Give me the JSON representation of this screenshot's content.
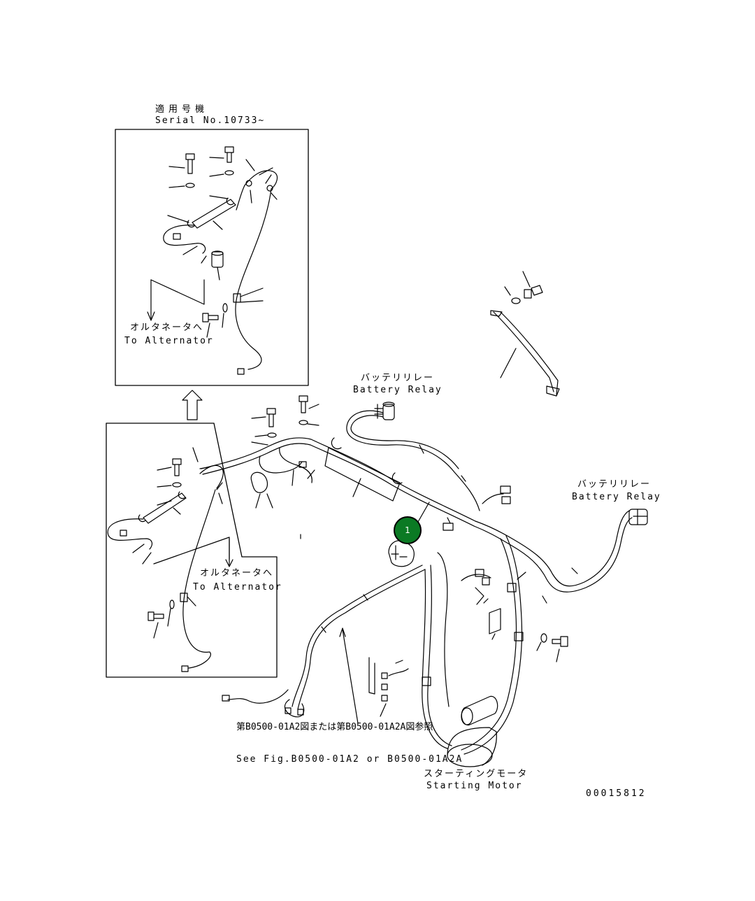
{
  "inset_top": {
    "title_jp": "適用号機",
    "title_en": "Serial No.10733~",
    "alt_jp": "オルタネータへ",
    "alt_en": "To Alternator"
  },
  "inset_left": {
    "alt_jp": "オルタネータへ",
    "alt_en": "To Alternator"
  },
  "battery_relay_1": {
    "jp": "バッテリリレー",
    "en": "Battery Relay"
  },
  "battery_relay_2": {
    "jp": "バッテリリレー",
    "en": "Battery Relay"
  },
  "see_fig": {
    "jp": "第B0500-01A2図または第B0500-01A2A図参照",
    "en": "See Fig.B0500-01A2 or B0500-01A2A"
  },
  "starting_motor": {
    "jp": "スターティングモータ",
    "en": "Starting Motor"
  },
  "part_marker": {
    "number": "1",
    "color": "#0b7a24"
  },
  "drawing_number": "00015812"
}
